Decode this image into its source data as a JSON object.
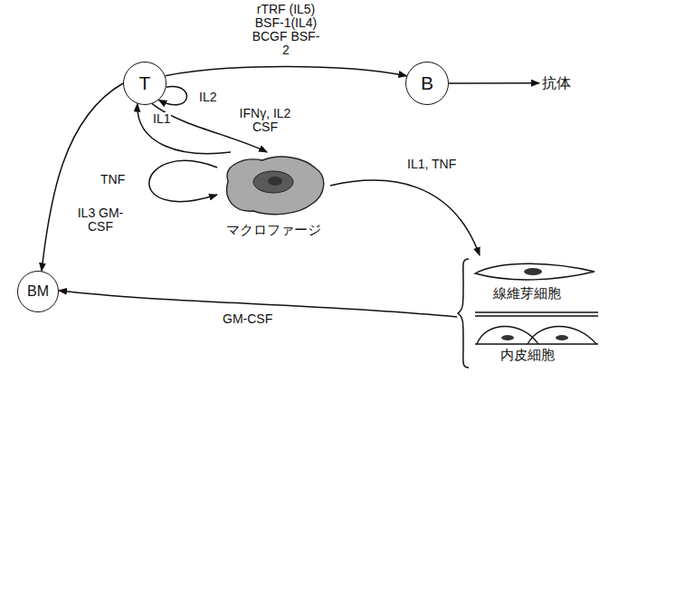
{
  "diagram": {
    "nodes": [
      {
        "text": [
          "T"
        ]
      },
      {
        "text": [
          "B"
        ]
      },
      {
        "text": [
          "抗体"
        ]
      },
      {
        "text": [
          "マクロファージ"
        ]
      },
      {
        "text": [
          "BM"
        ]
      },
      {
        "text": [
          "線維芽細胞",
          "内皮細胞"
        ]
      }
    ],
    "edges": [
      {
        "from": 0,
        "to": 1,
        "arrow": "to",
        "label": "rTRF (IL5) BSF-1(IL4) BCGF BSF-2"
      },
      {
        "from": 0,
        "to": 0,
        "arrow": "to",
        "label": "IL2"
      },
      {
        "from": 1,
        "to": 2,
        "arrow": "to"
      },
      {
        "from": 3,
        "to": 0,
        "arrow": "to",
        "label": "IL1"
      },
      {
        "from": 0,
        "to": 3,
        "arrow": "to",
        "label": "IFNγ, IL2 CSF"
      },
      {
        "from": 0,
        "to": 4,
        "arrow": "to",
        "label": "IL3 GM-CSF"
      },
      {
        "from": 3,
        "to": 3,
        "arrow": "to",
        "label": "TNF"
      },
      {
        "from": 3,
        "to": 5,
        "arrow": "to",
        "label": "IL1, TNF"
      },
      {
        "from": 5,
        "to": 4,
        "arrow": "to",
        "label": "GM-CSF"
      }
    ]
  }
}
